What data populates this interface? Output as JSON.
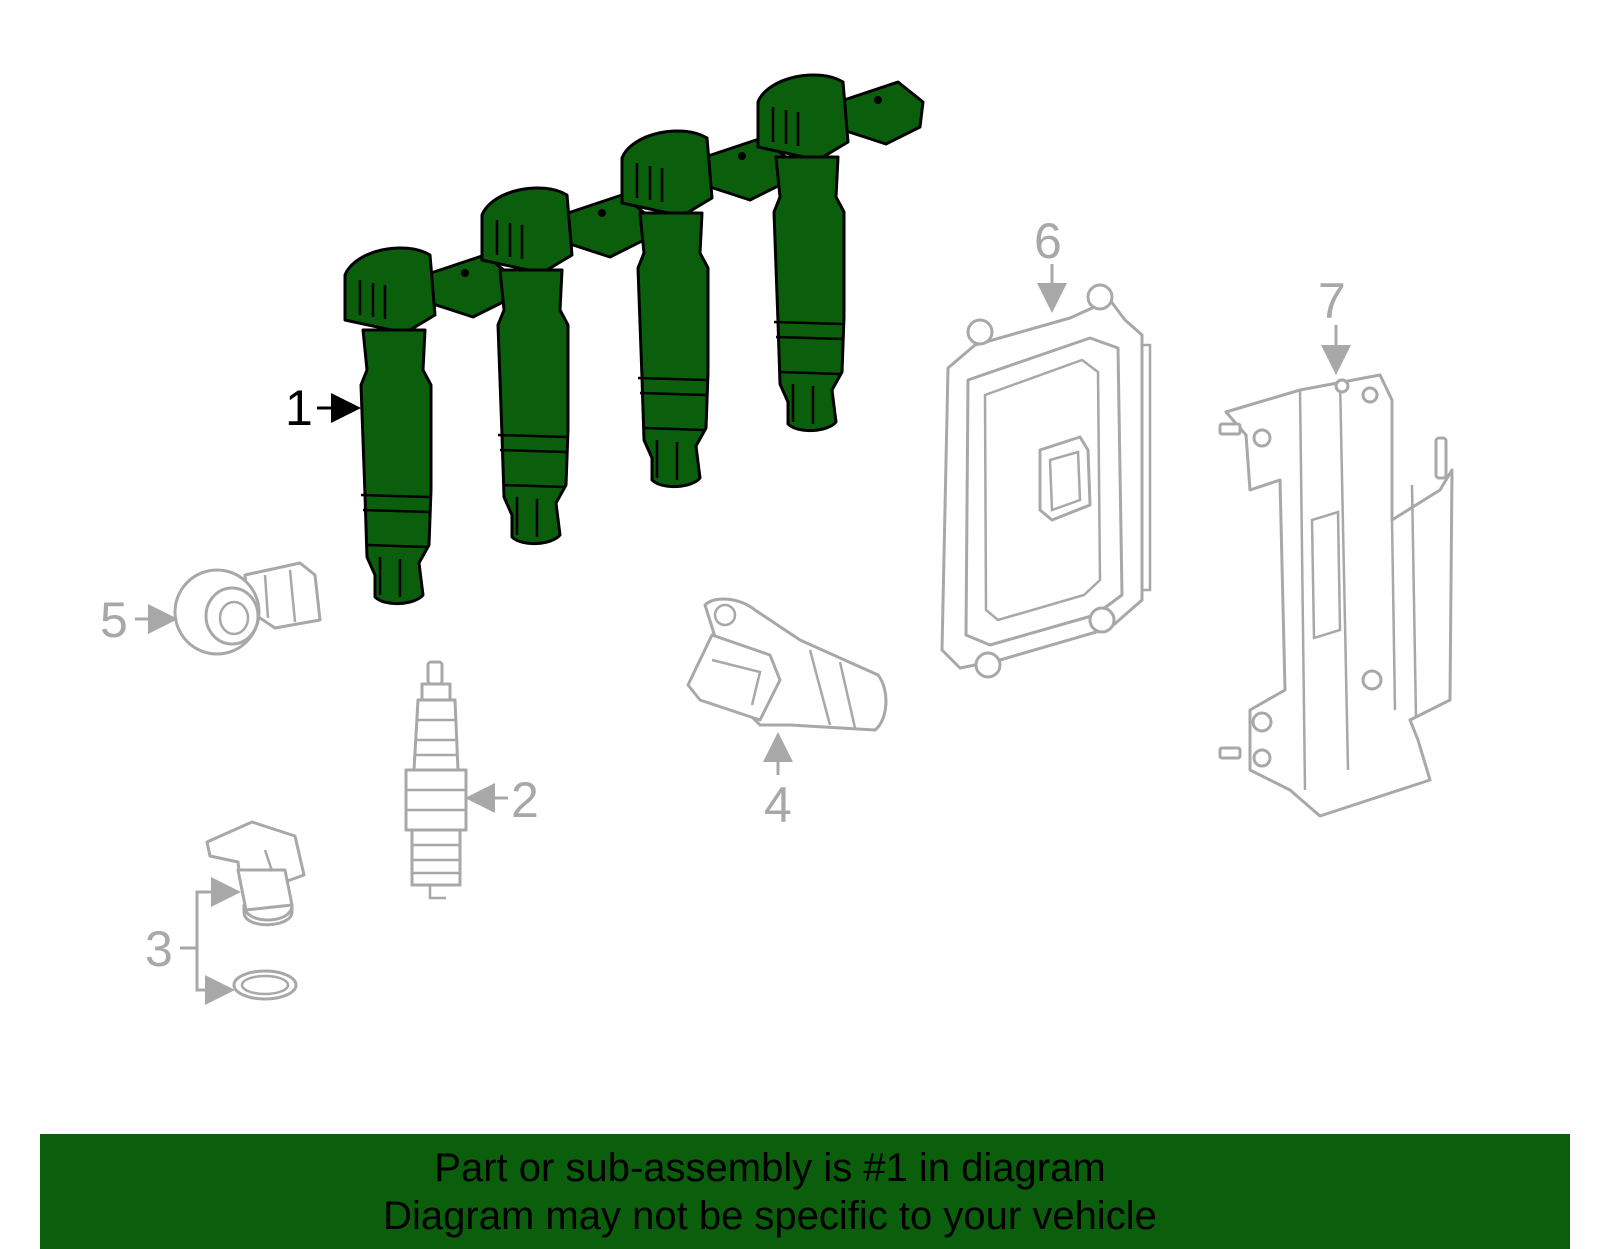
{
  "diagram": {
    "parts": [
      {
        "number": "1",
        "name": "ignition coil",
        "highlighted": true
      },
      {
        "number": "2",
        "name": "spark plug",
        "highlighted": false
      },
      {
        "number": "3",
        "name": "sensor with o-ring",
        "highlighted": false
      },
      {
        "number": "4",
        "name": "sensor",
        "highlighted": false
      },
      {
        "number": "5",
        "name": "knock sensor",
        "highlighted": false
      },
      {
        "number": "6",
        "name": "control module",
        "highlighted": false
      },
      {
        "number": "7",
        "name": "bracket",
        "highlighted": false
      }
    ],
    "colors": {
      "highlight": "#0b5e0b",
      "muted": "#a8a8a8",
      "banner": "#0b5e0b",
      "active_label": "#000000"
    }
  },
  "banner": {
    "line1": "Part or sub-assembly is #1 in diagram",
    "line2": "Diagram may not be specific to your vehicle"
  }
}
